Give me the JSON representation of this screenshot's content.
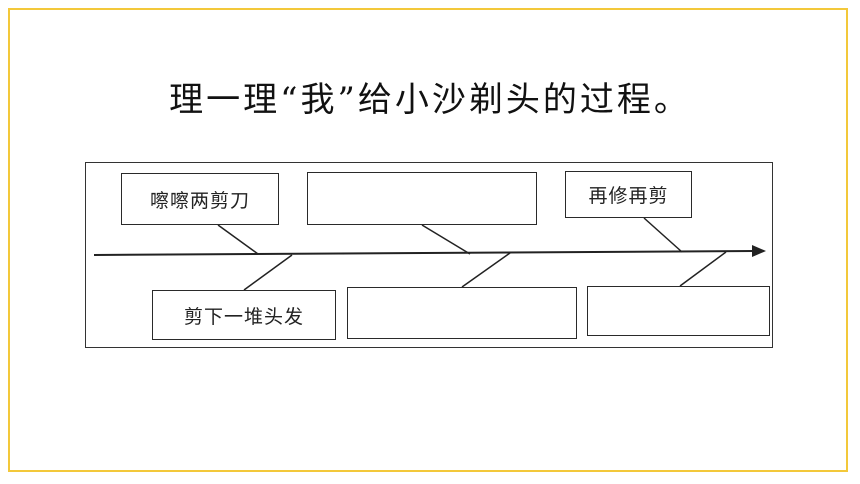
{
  "title": "理一理“我”给小沙剃头的过程。",
  "diagram": {
    "top_boxes": [
      {
        "text": "嚓嚓两剪刀"
      },
      {
        "text": ""
      },
      {
        "text": "再修再剪"
      }
    ],
    "bottom_boxes": [
      {
        "text": "剪下一堆头发"
      },
      {
        "text": ""
      },
      {
        "text": ""
      }
    ]
  },
  "colors": {
    "frame": "#f3c83a",
    "ink": "#222222"
  }
}
